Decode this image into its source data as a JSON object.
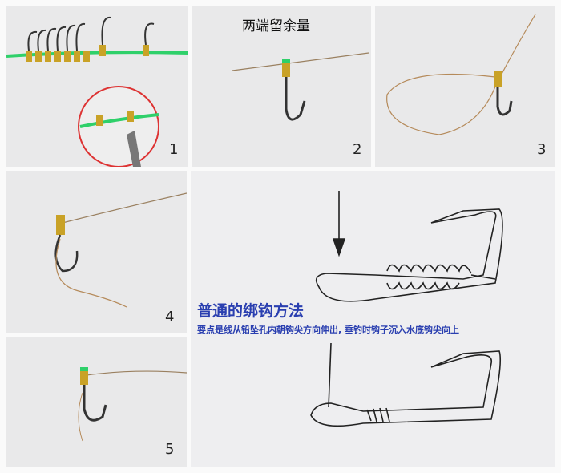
{
  "panels": [
    {
      "step": "1"
    },
    {
      "step": "2",
      "caption": "两端留余量"
    },
    {
      "step": "3"
    },
    {
      "step": "4"
    },
    {
      "step": "5"
    }
  ],
  "diagram": {
    "heading": "普通的绑钩方法",
    "note": "要点是线从铅坠孔内朝钩尖方向伸出, 垂钓时钩子沉入水底钩尖向上"
  }
}
